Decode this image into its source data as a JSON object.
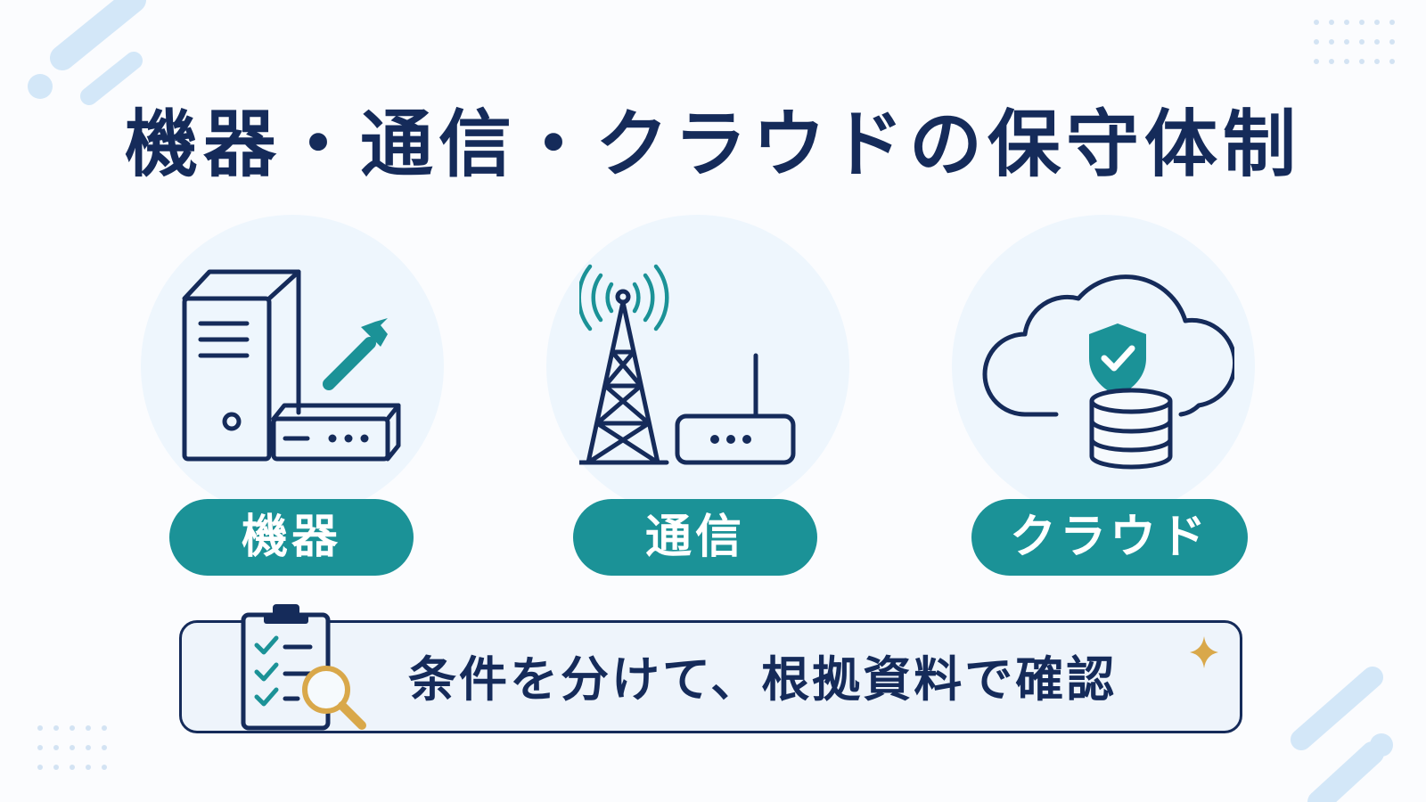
{
  "title": "機器・通信・クラウドの保守体制",
  "categories": [
    {
      "label": "機器",
      "icon": "server-tools-icon"
    },
    {
      "label": "通信",
      "icon": "antenna-router-icon"
    },
    {
      "label": "クラウド",
      "icon": "cloud-database-icon"
    }
  ],
  "note": {
    "text": "条件を分けて、根拠資料で確認",
    "icon": "checklist-magnifier-icon"
  },
  "colors": {
    "navy": "#152b5a",
    "teal": "#1b9297",
    "circle_bg": "#eef6fd",
    "gold": "#d9a84a"
  }
}
